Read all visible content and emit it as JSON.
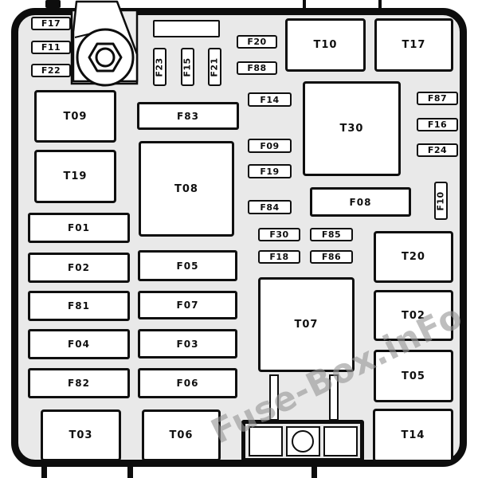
{
  "watermark": "Fuse-Box.inFo",
  "colors": {
    "panel_fill": "#e9e9e9",
    "outline": "#0d0d0d",
    "box_fill": "#ffffff",
    "watermark_gray": "#969696"
  },
  "labels": {
    "f17": "F17",
    "f11": "F11",
    "f22": "F22",
    "f23": "F23",
    "f15": "F15",
    "f21": "F21",
    "f20": "F20",
    "f88": "F88",
    "t10": "T10",
    "t17": "T17",
    "t09": "T09",
    "t19": "T19",
    "f83": "F83",
    "t08": "T08",
    "f14": "F14",
    "f09": "F09",
    "f19": "F19",
    "f84": "F84",
    "t30": "T30",
    "f08": "F08",
    "f10": "F10",
    "f87": "F87",
    "f16": "F16",
    "f24": "F24",
    "f30": "F30",
    "f85": "F85",
    "f18": "F18",
    "f86": "F86",
    "f01": "F01",
    "f02": "F02",
    "f81": "F81",
    "f04": "F04",
    "f82": "F82",
    "f05": "F05",
    "f07": "F07",
    "f03": "F03",
    "f06": "F06",
    "t03": "T03",
    "t06": "T06",
    "t07": "T07",
    "t20": "T20",
    "t02": "T02",
    "t05": "T05",
    "t14": "T14"
  }
}
